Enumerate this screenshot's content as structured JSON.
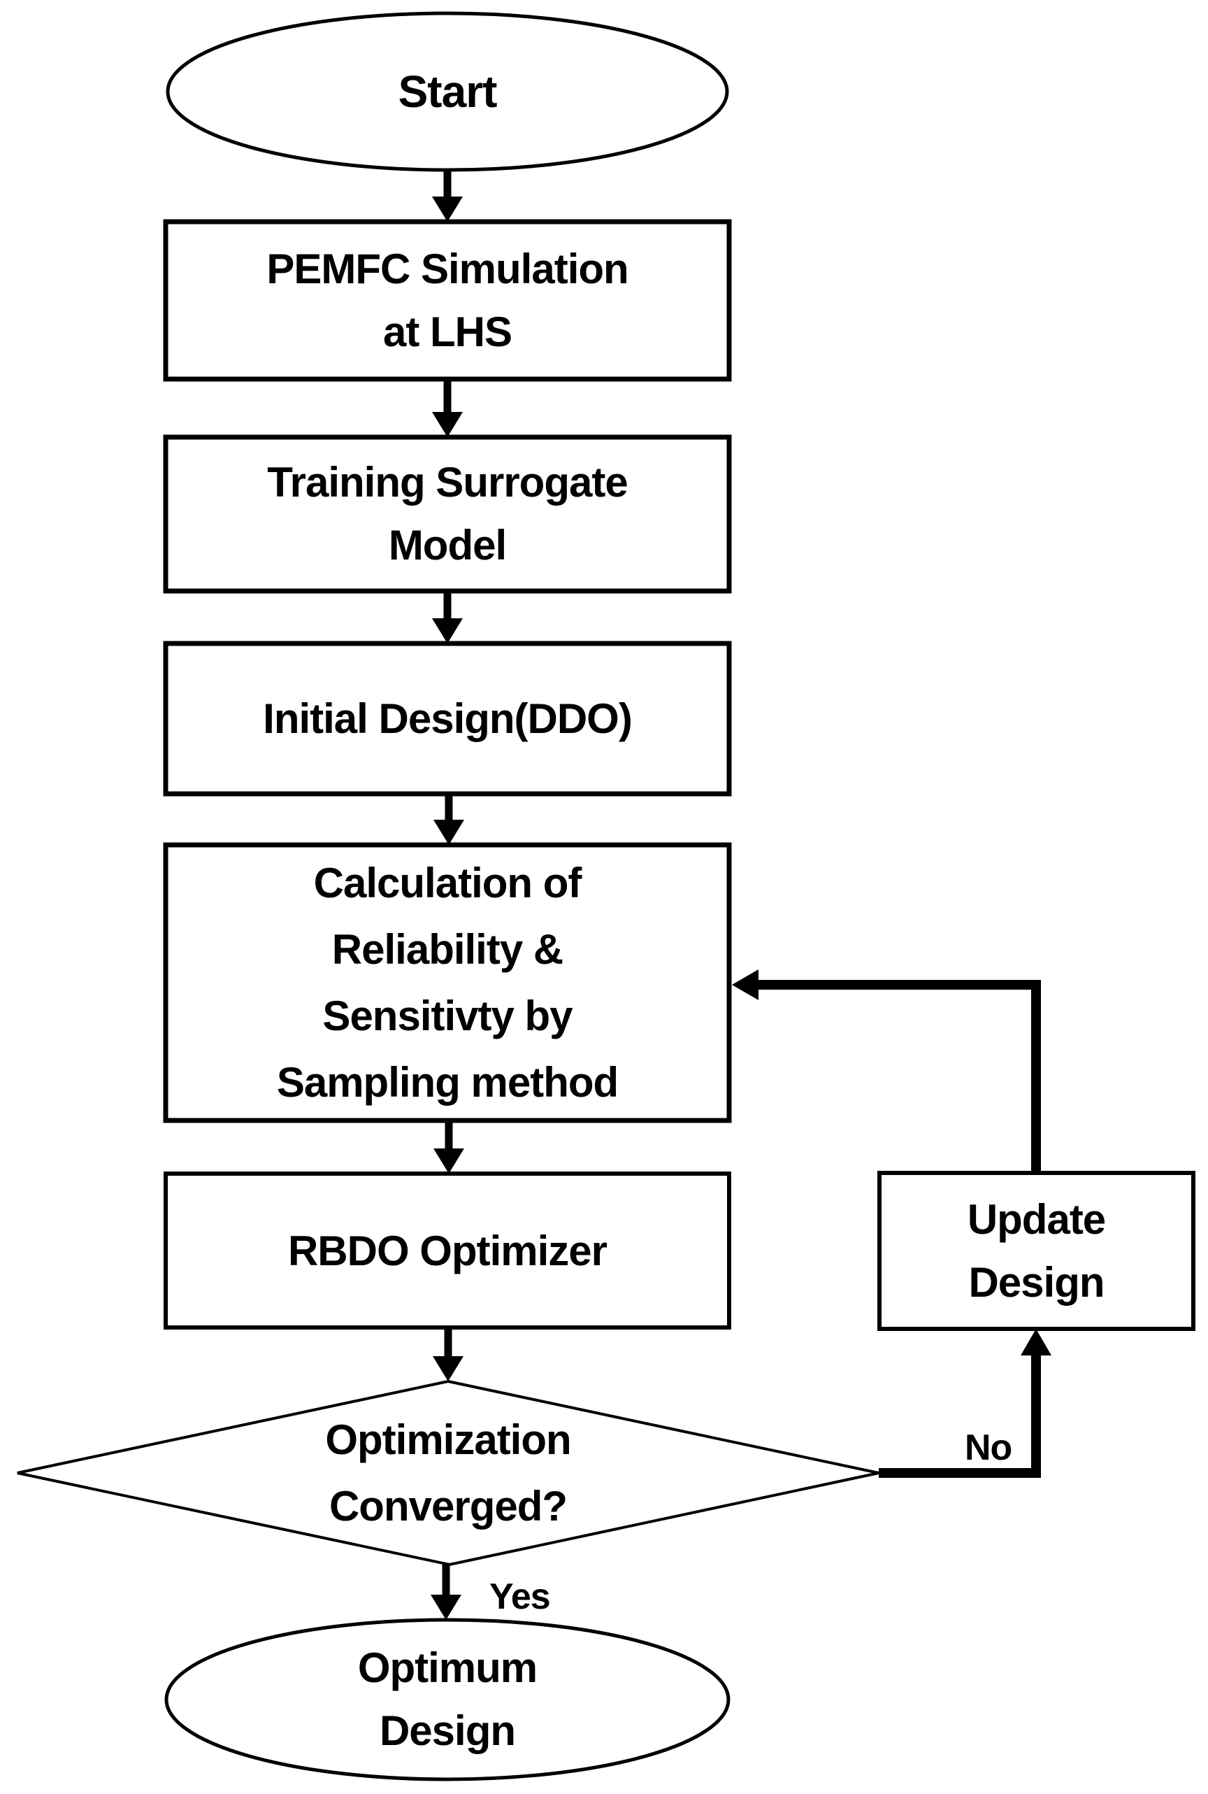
{
  "diagram_type": "flowchart",
  "colors": {
    "stroke": "#000000",
    "background": "#ffffff",
    "text": "#000000"
  },
  "nodes": {
    "start": {
      "shape": "terminator",
      "lines": [
        "Start"
      ]
    },
    "pemfc": {
      "shape": "process",
      "lines": [
        "PEMFC Simulation",
        "at LHS"
      ]
    },
    "training": {
      "shape": "process",
      "lines": [
        "Training Surrogate",
        "Model"
      ]
    },
    "initial": {
      "shape": "process",
      "lines": [
        "Initial Design(DDO)"
      ]
    },
    "calc": {
      "shape": "process",
      "lines": [
        "Calculation of",
        "Reliability &",
        "Sensitivty by",
        "Sampling method"
      ]
    },
    "rbdo": {
      "shape": "process",
      "lines": [
        "RBDO Optimizer"
      ]
    },
    "update": {
      "shape": "process",
      "lines": [
        "Update",
        "Design"
      ]
    },
    "decision": {
      "shape": "decision",
      "lines": [
        "Optimization",
        "Converged?"
      ]
    },
    "optimum": {
      "shape": "terminator",
      "lines": [
        "Optimum",
        "Design"
      ]
    }
  },
  "edge_labels": {
    "yes": "Yes",
    "no": "No"
  },
  "flow": [
    "start -> pemfc",
    "pemfc -> training",
    "training -> initial",
    "initial -> calc",
    "calc -> rbdo",
    "rbdo -> decision",
    "decision -Yes-> optimum",
    "decision -No-> update",
    "update -> calc"
  ]
}
